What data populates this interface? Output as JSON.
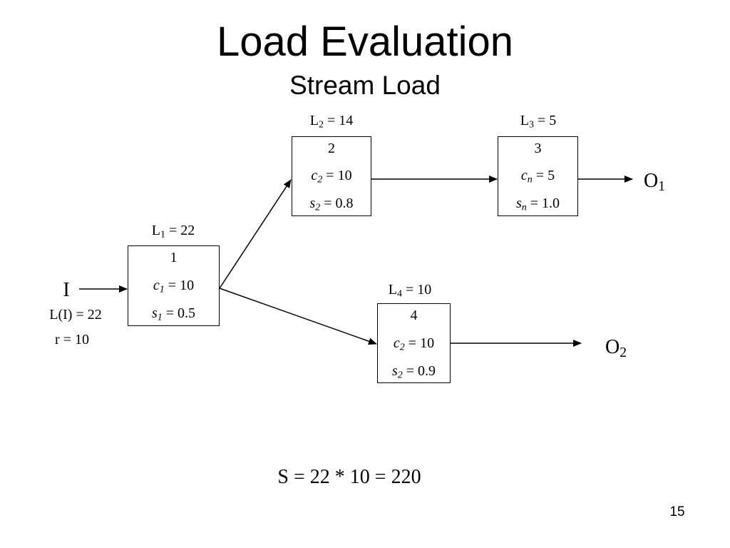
{
  "slide": {
    "title": "Load Evaluation",
    "subtitle": "Stream Load",
    "page_number": "15"
  },
  "input": {
    "label": "I",
    "load": "L(I) = 22",
    "rate": "r = 10"
  },
  "nodes": [
    {
      "load_L": "L",
      "load_sub": "1",
      "load_val": " = 22",
      "id": "1",
      "c_var": "c",
      "c_sub": "1",
      "c_val": " = 10",
      "s_var": "s",
      "s_sub": "1",
      "s_val": " = 0.5"
    },
    {
      "load_L": "L",
      "load_sub": "2",
      "load_val": " = 14",
      "id": "2",
      "c_var": "c",
      "c_sub": "2",
      "c_val": " = 10",
      "s_var": "s",
      "s_sub": "2",
      "s_val": " = 0.8"
    },
    {
      "load_L": "L",
      "load_sub": "3",
      "load_val": " = 5",
      "id": "3",
      "c_var": "c",
      "c_sub": "n",
      "c_val": " = 5",
      "s_var": "s",
      "s_sub": "n",
      "s_val": " = 1.0"
    },
    {
      "load_L": "L",
      "load_sub": "4",
      "load_val": " = 10",
      "id": "4",
      "c_var": "c",
      "c_sub": "2",
      "c_val": " = 10",
      "s_var": "s",
      "s_sub": "2",
      "s_val": " = 0.9"
    }
  ],
  "outputs": [
    {
      "letter": "O",
      "sub": "1"
    },
    {
      "letter": "O",
      "sub": "2"
    }
  ],
  "formula": "S = 22 * 10 = 220"
}
